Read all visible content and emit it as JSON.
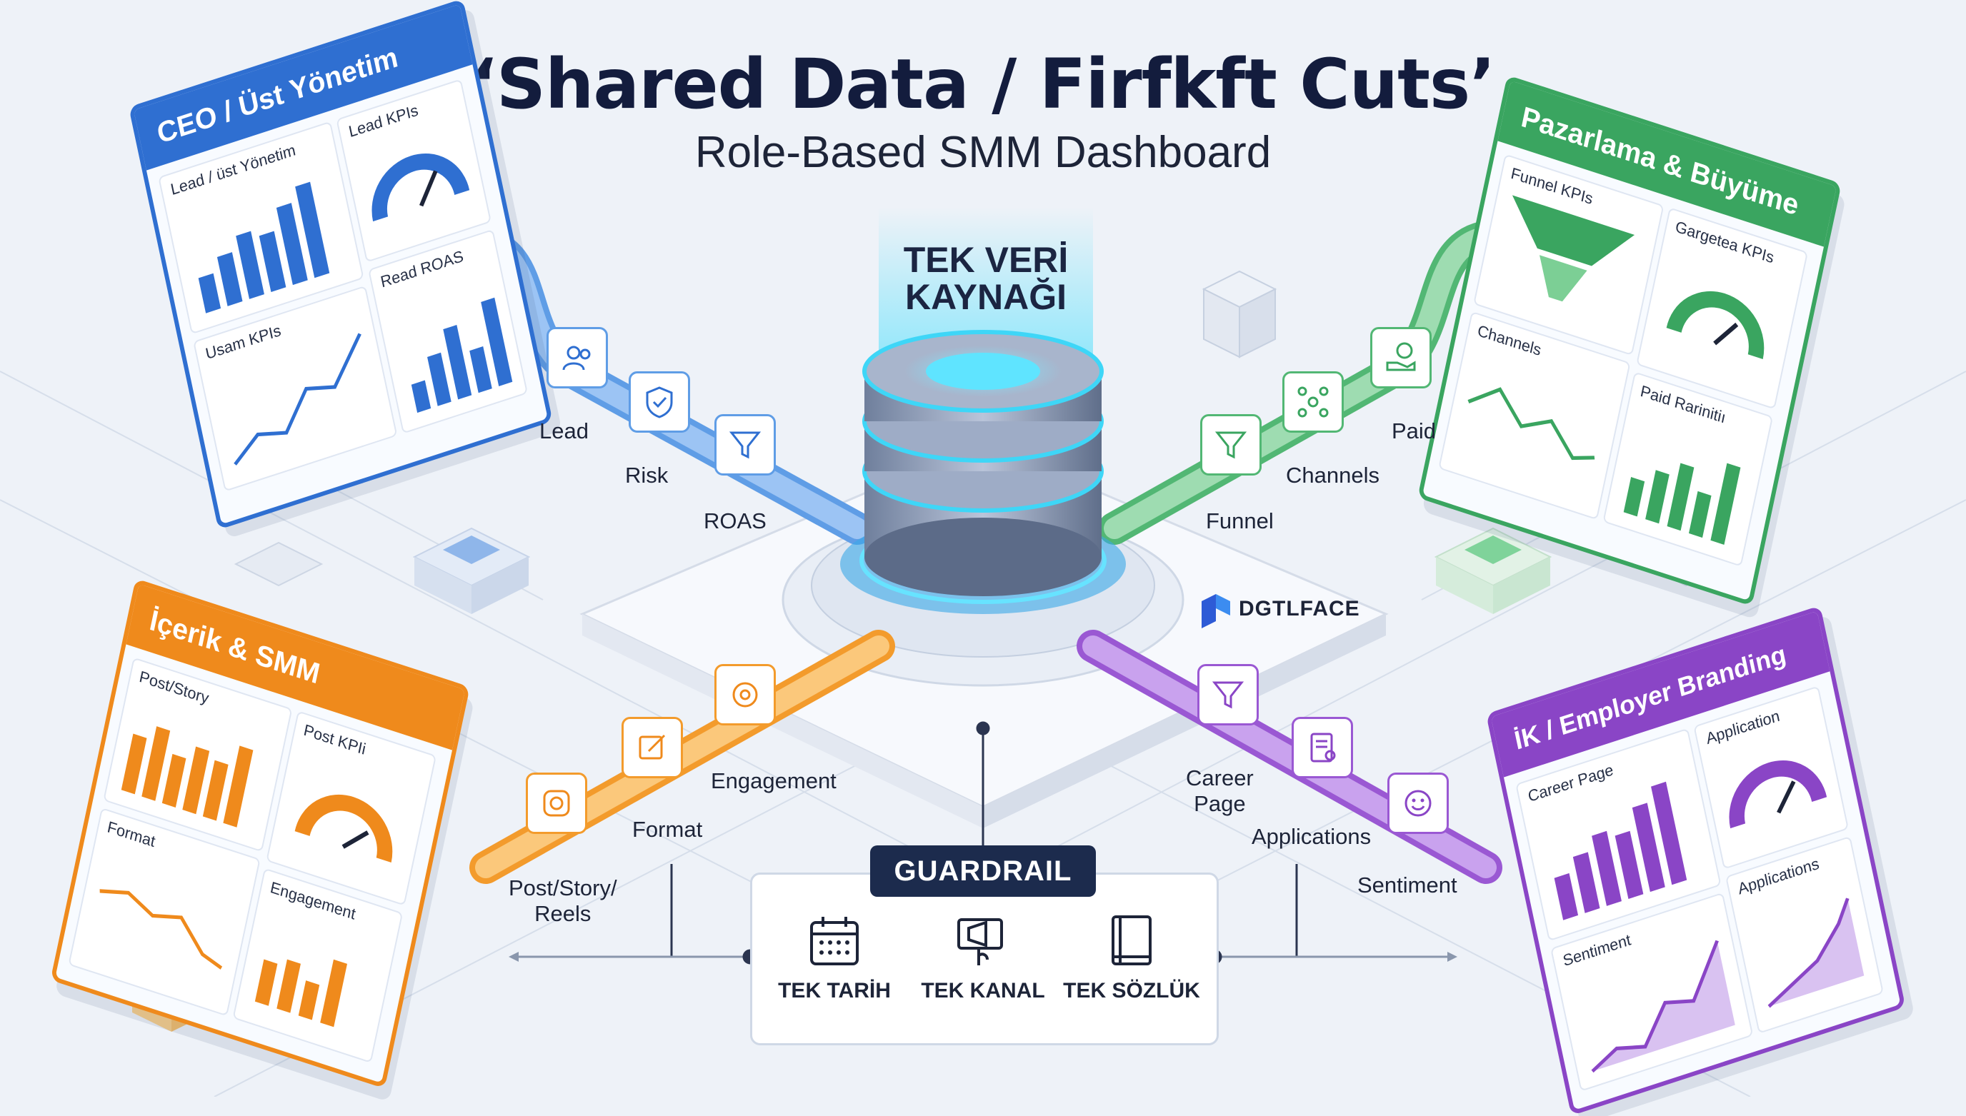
{
  "header": {
    "title": "‘Shared Data / Firfkft Cuts’",
    "subtitle": "Role-Based SMM Dashboard"
  },
  "hub": {
    "label_line1": "TEK VERİ",
    "label_line2": "KAYNAĞI",
    "brand": "DGTLFACE"
  },
  "colors": {
    "ceo": "#2f6fd1",
    "marketing": "#3aa560",
    "content": "#ef8a1c",
    "hr": "#8a45c6",
    "guardrail": "#1c2b4d",
    "hub_glow": "#3fd4f5"
  },
  "panels": {
    "ceo": {
      "title": "CEO / Üst Yönetim",
      "cards": [
        "Lead / üst Yönetim",
        "Lead KPIs",
        "Read ROAS",
        "Usam KPIs"
      ]
    },
    "marketing": {
      "title": "Pazarlama & Büyüme",
      "cards": [
        "Funnel KPIs",
        "Gargetea KPIs",
        "Channels",
        "Paid Rarinitiı"
      ]
    },
    "content": {
      "title": "İçerik & SMM",
      "cards": [
        "Post/Story",
        "Post KPIi",
        "Format",
        "Engagement"
      ]
    },
    "hr": {
      "title": "İK / Employer Branding",
      "cards": [
        "Career Page",
        "Application",
        "Sentiment",
        "Applications"
      ]
    }
  },
  "flows": {
    "ceo": [
      {
        "label": "Lead",
        "icon": "users-icon"
      },
      {
        "label": "Risk",
        "icon": "shield-check-icon"
      },
      {
        "label": "ROAS",
        "icon": "funnel-icon"
      }
    ],
    "marketing": [
      {
        "label": "Funnel",
        "icon": "funnel-icon"
      },
      {
        "label": "Channels",
        "icon": "network-icon"
      },
      {
        "label": "Paid",
        "icon": "money-hand-icon"
      }
    ],
    "content": [
      {
        "label": "Post/Story/\nReels",
        "line1": "Post/Story/",
        "line2": "Reels",
        "icon": "instagram-icon"
      },
      {
        "label": "Format",
        "icon": "edit-icon"
      },
      {
        "label": "Engagement",
        "icon": "engagement-icon"
      }
    ],
    "hr": [
      {
        "label": "Career Page",
        "line1": "Career",
        "line2": "Page",
        "icon": "funnel-icon"
      },
      {
        "label": "Applications",
        "icon": "application-form-icon"
      },
      {
        "label": "Sentiment",
        "icon": "smile-icon"
      }
    ]
  },
  "guardrail": {
    "title": "GUARDRAIL",
    "items": [
      {
        "label": "TEK TARİH",
        "icon": "calendar-icon"
      },
      {
        "label": "TEK KANAL",
        "icon": "megaphone-icon"
      },
      {
        "label": "TEK SÖZLÜK",
        "icon": "book-icon"
      }
    ]
  }
}
